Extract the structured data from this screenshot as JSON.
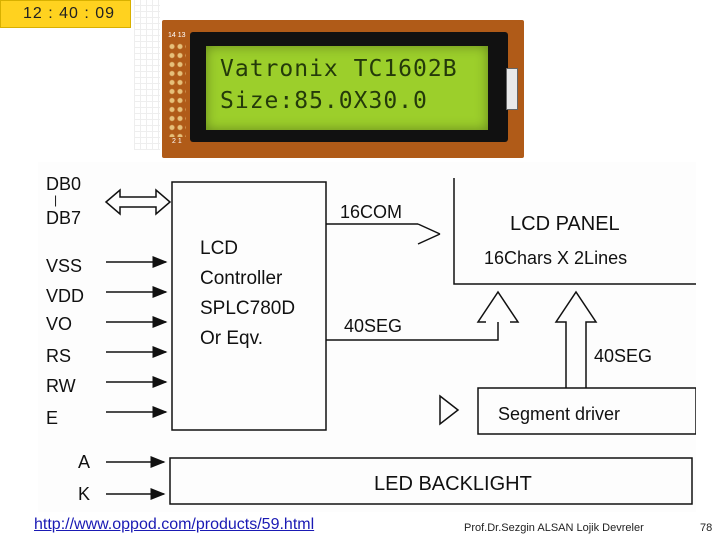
{
  "clock": "12 : 40 : 09",
  "lcd": {
    "line1": "Vatronix TC1602B",
    "line2": "Size:85.0X30.0",
    "pin_label_top": "14 13",
    "pin_label_bottom": "2 1"
  },
  "diagram": {
    "inputs": [
      "DB0",
      "DB7",
      "VSS",
      "VDD",
      "VO",
      "RS",
      "RW",
      "E"
    ],
    "data_dots": "|",
    "backlight_inputs": [
      "A",
      "K"
    ],
    "controller": [
      "LCD",
      "Controller",
      "SPLC780D",
      "Or Eqv."
    ],
    "com_label": "16COM",
    "seg_label_left": "40SEG",
    "seg_label_right": "40SEG",
    "panel": [
      "LCD PANEL",
      "16Chars X 2Lines"
    ],
    "driver": "Segment driver",
    "backlight": "LED BACKLIGHT"
  },
  "footer": {
    "url": "http://www.oppod.com/products/59.html",
    "author": "Prof.Dr.Sezgin ALSAN  Lojik Devreler",
    "page": "78"
  },
  "colors": {
    "clock_bg": "#ffd21f",
    "lcd_green": "#9ccf2b",
    "pcb": "#b05b18",
    "link": "#1a1ab4"
  }
}
